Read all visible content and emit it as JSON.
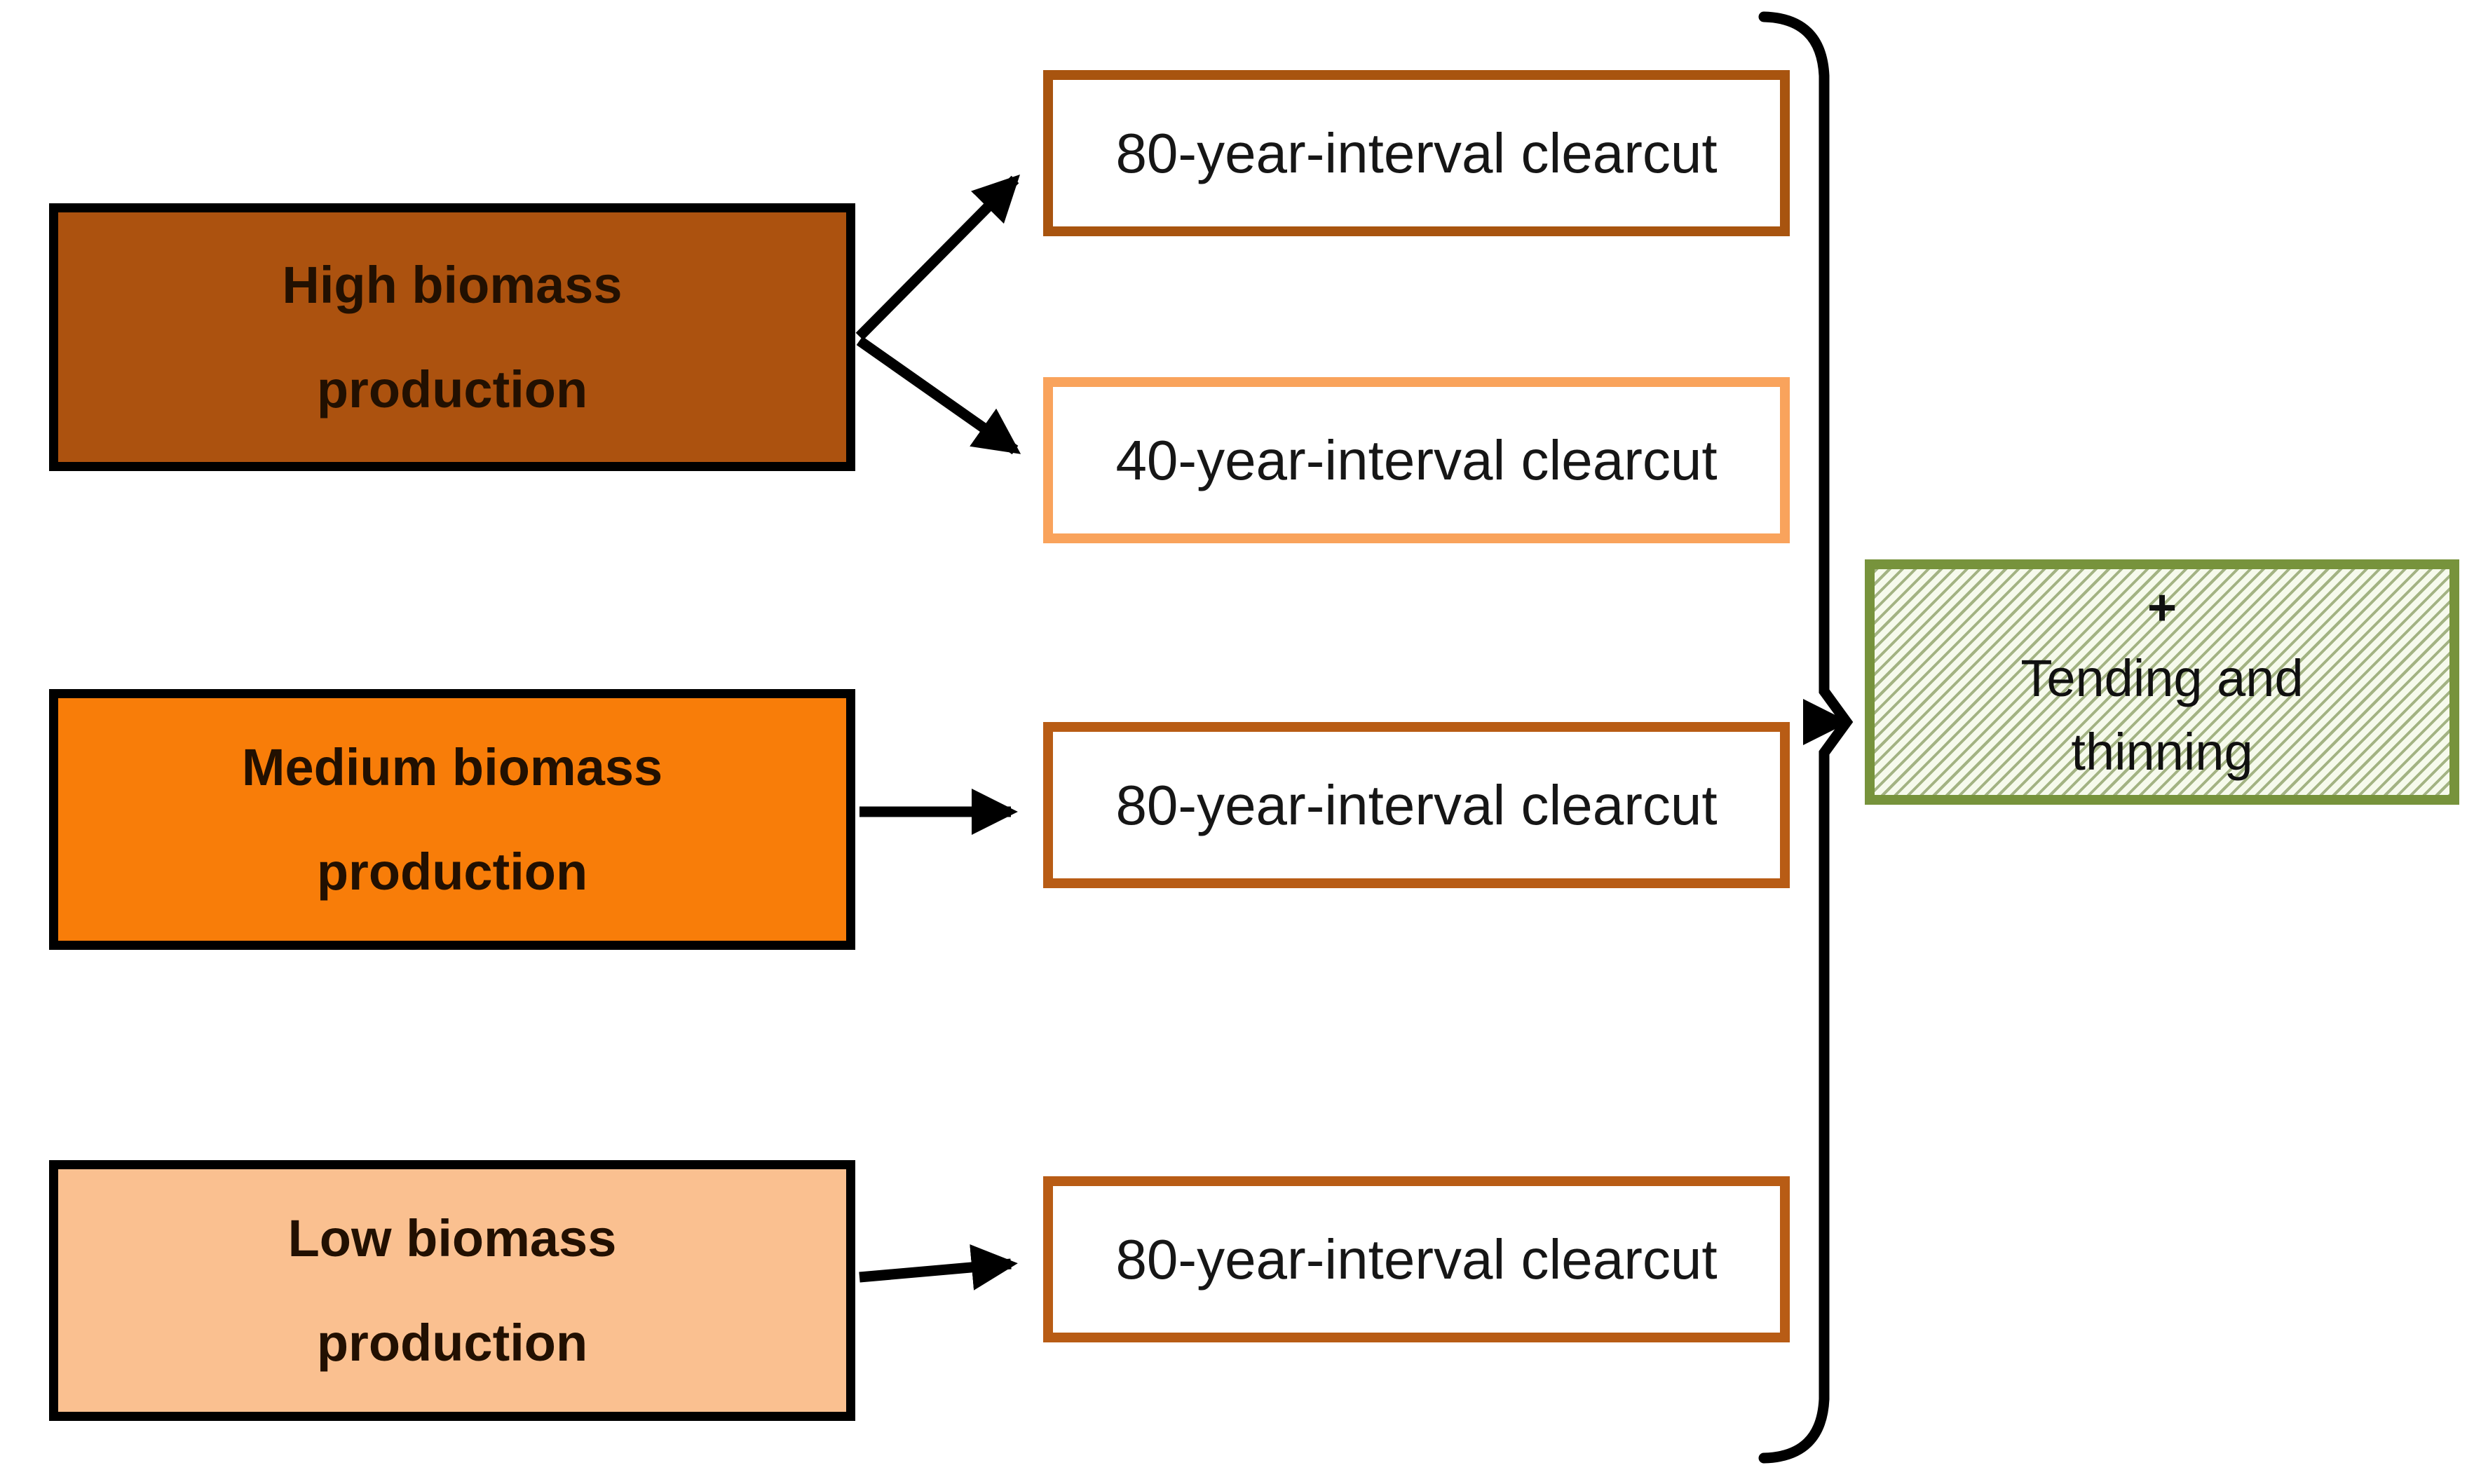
{
  "figure": {
    "background": "#ffffff",
    "arrow_color": "#000000",
    "left_boxes": [
      {
        "id": "high",
        "label_line1": "High biomass",
        "label_line2": "production",
        "fill": "#AC520F",
        "border": "#000000"
      },
      {
        "id": "medium",
        "label_line1": "Medium biomass",
        "label_line2": "production",
        "fill": "#F87D09",
        "border": "#000000"
      },
      {
        "id": "low",
        "label_line1": "Low biomass",
        "label_line2": "production",
        "fill": "#FAC090",
        "border": "#000000"
      }
    ],
    "treatment_boxes": [
      {
        "id": "high-80",
        "label": "80-year-interval clearcut",
        "border": "#A8540F",
        "fill": "#FFFFFF"
      },
      {
        "id": "high-40",
        "label": "40-year-interval clearcut",
        "border": "#F9A35C",
        "fill": "#FFFFFF"
      },
      {
        "id": "medium-80",
        "label": "80-year-interval clearcut",
        "border": "#B85C15",
        "fill": "#FFFFFF"
      },
      {
        "id": "low-80",
        "label": "80-year-interval clearcut",
        "border": "#B85C15",
        "fill": "#FFFFFF"
      }
    ],
    "result_box": {
      "plus_sign": "+",
      "label_line1": "Tending and",
      "label_line2": "thinning",
      "border": "#77933C",
      "hatch_line_color": "#A3B383",
      "hatch_bg_color": "#F6FAEC"
    }
  }
}
